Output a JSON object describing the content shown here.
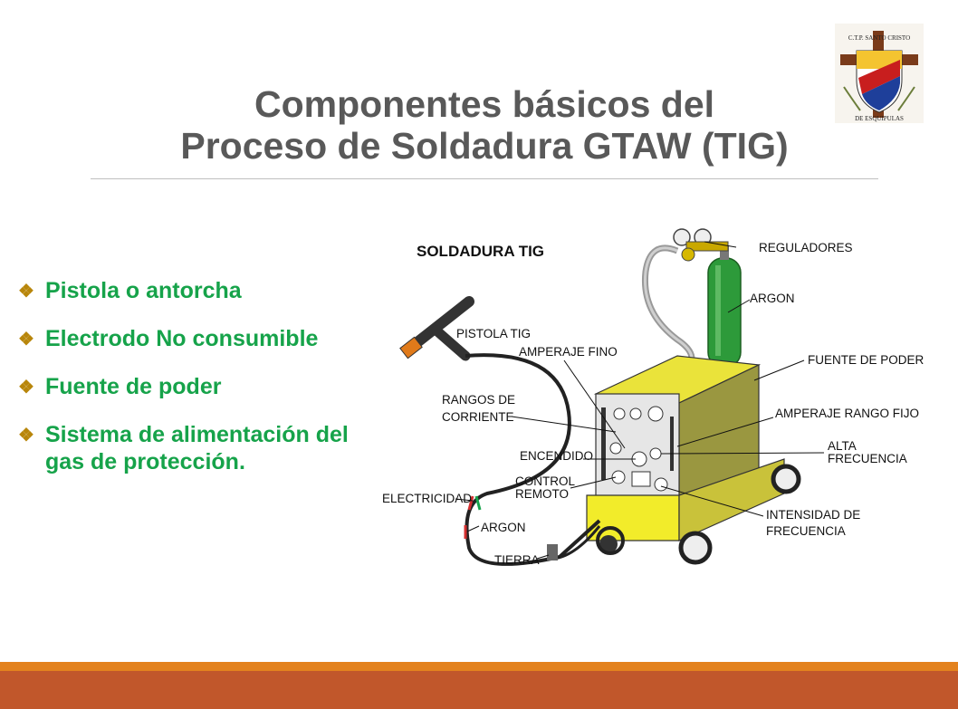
{
  "slide": {
    "title_line1": "Componentes básicos del",
    "title_line2": "Proceso de Soldadura GTAW  (TIG)",
    "bullet_glyph": "❖",
    "bullets": [
      "Pistola o antorcha",
      "Electrodo No consumible",
      "Fuente de poder",
      "Sistema de alimentación del gas de protección."
    ]
  },
  "logo": {
    "text_top": "C.T.P. SANTO CRISTO",
    "text_bottom": "DE ESQUIPULAS"
  },
  "diagram": {
    "title": "SOLDADURA TIG",
    "labels": {
      "reguladores": "REGULADORES",
      "argon_tank": "ARGON",
      "fuente": "FUENTE DE PODER",
      "amperaje_rango": "AMPERAJE RANGO FIJO",
      "alta": "ALTA",
      "frecuencia": "FRECUENCIA",
      "intensidad": "INTENSIDAD DE",
      "intensidad2": "FRECUENCIA",
      "pistola": "PISTOLA TIG",
      "amperaje_fino": "AMPERAJE FINO",
      "rangos": "RANGOS DE",
      "rangos2": "CORRIENTE",
      "encendido": "ENCENDIDO",
      "control": "CONTROL",
      "control2": "REMOTO",
      "electricidad": "ELECTRICIDAD",
      "argon_hose": "ARGON",
      "tierra": "TIERRA"
    }
  },
  "colors": {
    "title": "#595959",
    "bullet_text": "#16a34a",
    "bullet_mark": "#b8860b",
    "machine_front": "#f2ec2a",
    "machine_side": "#9a9740",
    "cylinder": "#2d9a3a",
    "band_top": "#e3821e",
    "band_bottom": "#c1572b"
  }
}
